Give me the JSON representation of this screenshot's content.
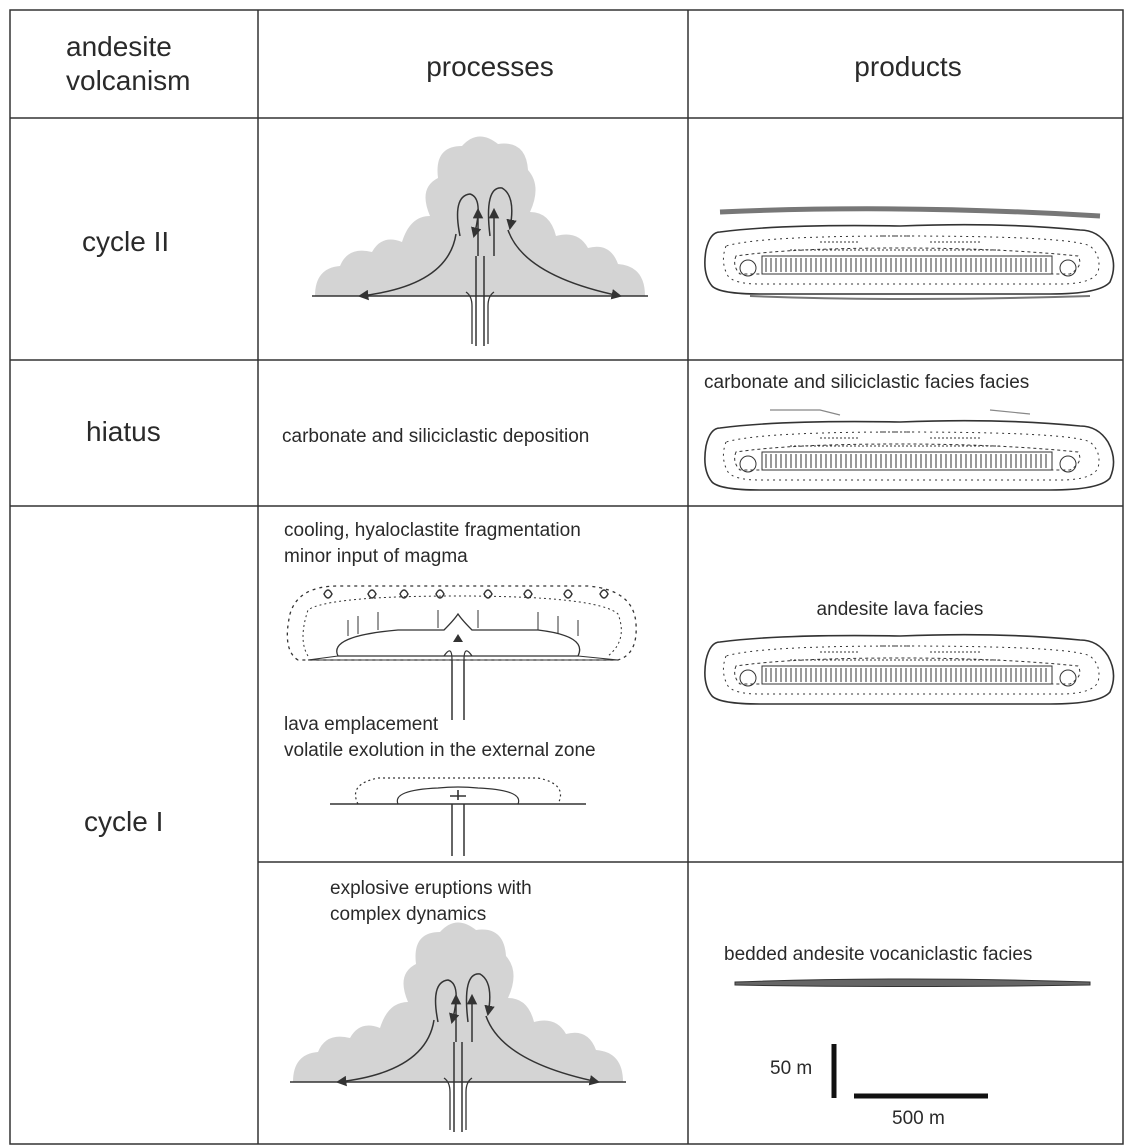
{
  "header": {
    "col1": "andesite\nvolcanism",
    "col2": "processes",
    "col3": "products"
  },
  "rows": {
    "cycle2": {
      "label": "cycle II"
    },
    "hiatus": {
      "label": "hiatus",
      "process": "carbonate and siliciclastic deposition",
      "product": "carbonate and siliciclastic facies facies"
    },
    "cycle1": {
      "label": "cycle I",
      "process_a": "cooling, hyaloclastite fragmentation\nminor input of magma",
      "process_b": "lava emplacement\nvolatile exolution in the external zone",
      "product_a": "andesite lava facies",
      "process_c": "explosive eruptions with\ncomplex dynamics",
      "product_b": "bedded andesite vocaniclastic facies"
    }
  },
  "scale": {
    "vertical": "50 m",
    "horizontal": "500 m"
  },
  "colors": {
    "grid": "#333333",
    "cloud": "#d4d4d4",
    "ink": "#2a2a2a"
  }
}
